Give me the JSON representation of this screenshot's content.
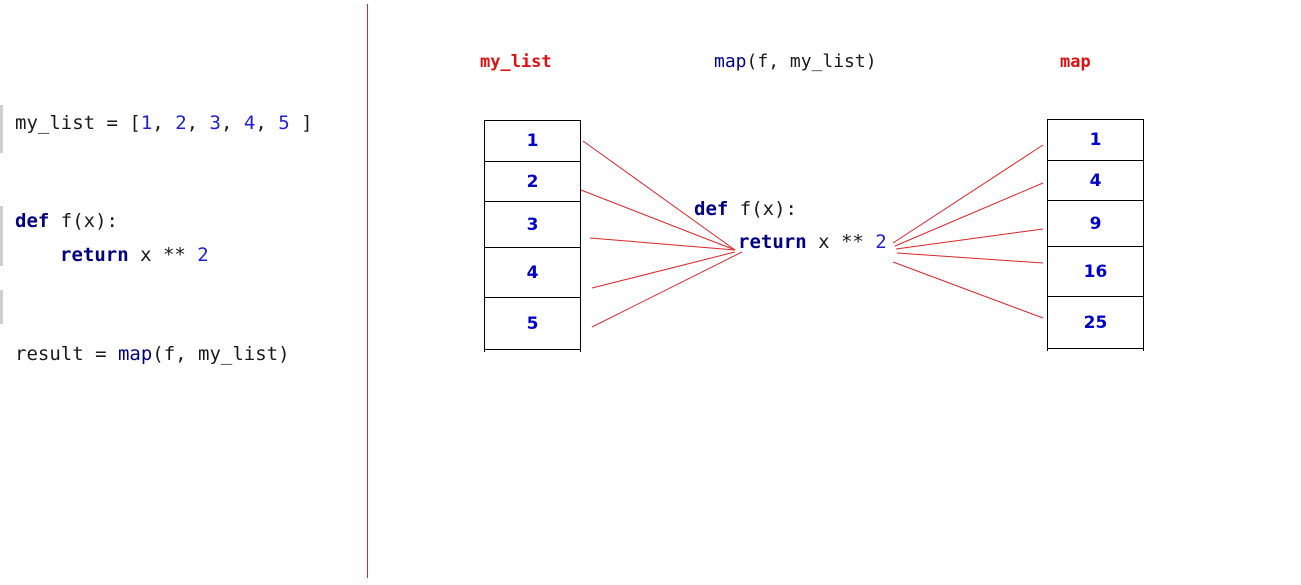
{
  "left_code": {
    "list_line": {
      "name": "my_list",
      "eq": " = [",
      "items": [
        "1",
        "2",
        "3",
        "4",
        "5"
      ],
      "close": " ]"
    },
    "def_line": {
      "kw": "def",
      "sig": " f(x):"
    },
    "return_line": {
      "kw": "return",
      "expr": " x ** ",
      "num": "2"
    },
    "result_line": {
      "lhs": "result = ",
      "fn": "map",
      "args": "(f, my_list)"
    }
  },
  "diagram": {
    "left_title": "my_list",
    "middle_title": {
      "fn": "map",
      "args": "(f, my_list)"
    },
    "right_title": "map",
    "left_values": [
      "1",
      "2",
      "3",
      "4",
      "5"
    ],
    "right_values": [
      "1",
      "4",
      "9",
      "16",
      "25"
    ],
    "function": {
      "def_kw": "def",
      "sig": " f(x):",
      "ret_kw": "return",
      "expr": " x ** ",
      "num": "2"
    }
  },
  "colors": {
    "accent_red": "#e01010",
    "keyword": "#000080",
    "number": "#1f1fd6",
    "line": "#d8282a"
  }
}
